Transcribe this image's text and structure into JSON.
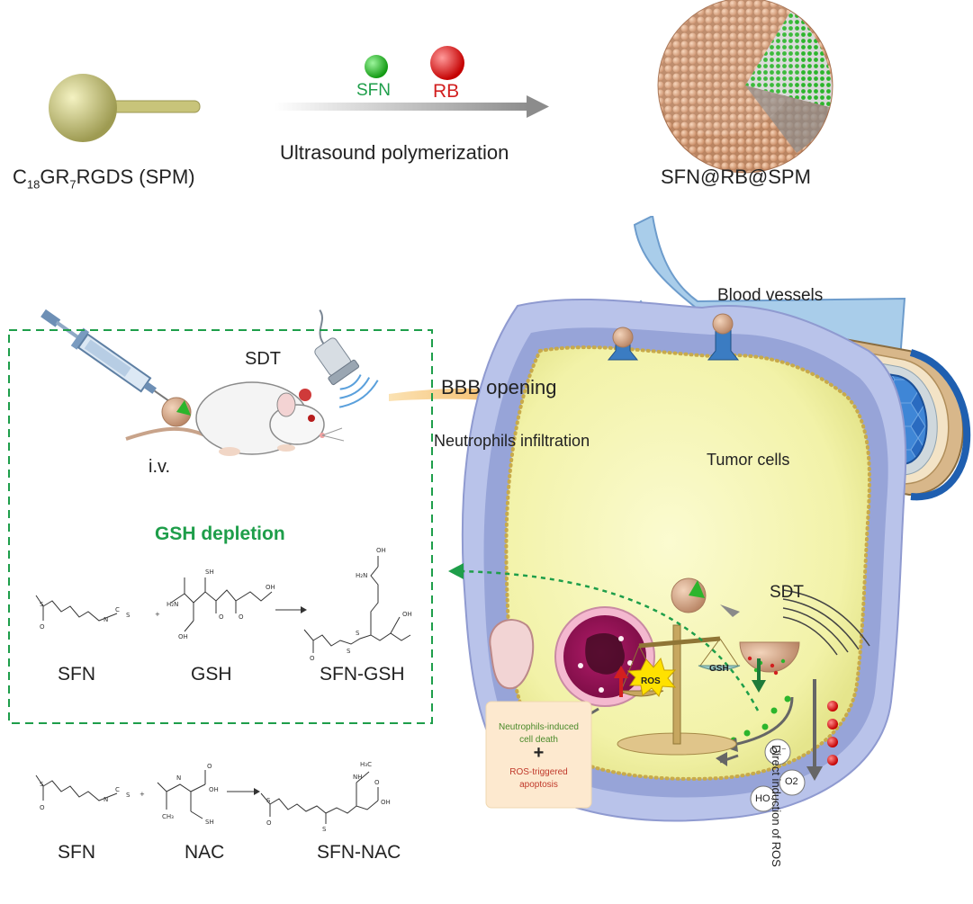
{
  "top": {
    "spm_name": "C",
    "spm_sub1": "18",
    "spm_mid": "GR",
    "spm_sub2": "7",
    "spm_tail": "RGDS (SPM)",
    "sfn_label": "SFN",
    "rb_label": "RB",
    "process": "Ultrasound polymerization",
    "product": "SFN@RB@SPM"
  },
  "middle": {
    "sdt": "SDT",
    "iv": "i.v.",
    "bbb": "BBB opening",
    "blood_vessels": "Blood vessels",
    "neutrophils": "Neutrophils infiltration",
    "tumor_cells": "Tumor cells"
  },
  "gsh_box": {
    "title": "GSH depletion",
    "r1": [
      "SFN",
      "GSH",
      "SFN-GSH"
    ],
    "r2": [
      "SFN",
      "NAC",
      "SFN-NAC"
    ],
    "plus": "+"
  },
  "cell": {
    "sdt": "SDT",
    "direct": "Direct induction of ROS",
    "neutro_death_1": "Neutrophils-induced",
    "neutro_death_2": "cell death",
    "plus": "+",
    "ros_apop_1": "ROS-triggered",
    "ros_apop_2": "apoptosis",
    "ros": "ROS",
    "gsh": "GSH",
    "o2_radical": "O₂⁻",
    "o2": "O2",
    "ho": "HO·"
  },
  "colors": {
    "green": "#1e9e4a",
    "red": "#d21f1f",
    "orange_arrow": "#f0a030",
    "vessel": "#2f6fb6"
  }
}
